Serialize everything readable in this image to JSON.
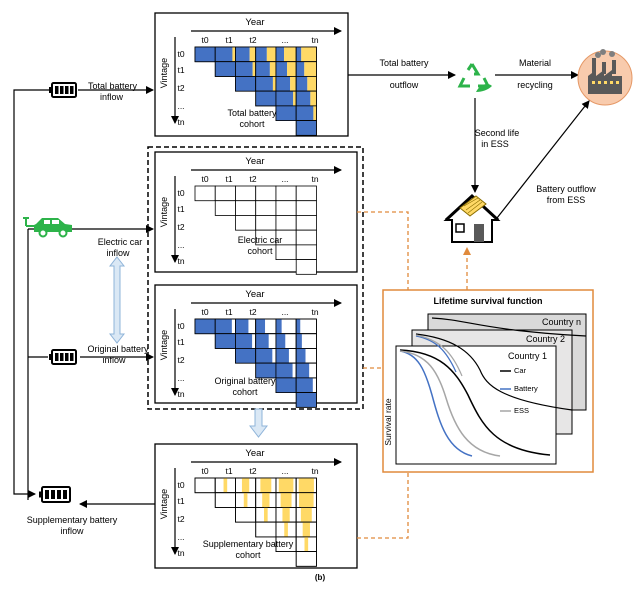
{
  "labels": {
    "total_inflow": [
      "Total battery",
      "inflow"
    ],
    "total_outflow": [
      "Total battery",
      "outflow"
    ],
    "material_recycling": [
      "Material",
      "recycling"
    ],
    "second_life": [
      "Second life",
      "in ESS"
    ],
    "ess_outflow": [
      "Battery outflow",
      "from ESS"
    ],
    "car_inflow": [
      "Electric car",
      "inflow"
    ],
    "orig_inflow": [
      "Original battery",
      "inflow"
    ],
    "supp_inflow": [
      "Supplementary battery",
      "inflow"
    ],
    "caption": "(b)"
  },
  "cohorts": [
    {
      "key": "total",
      "title_lines": [
        "Total battery",
        "cohort"
      ],
      "fill": "mixed"
    },
    {
      "key": "car",
      "title_lines": [
        "Electric car",
        "cohort"
      ],
      "fill": "none"
    },
    {
      "key": "orig",
      "title_lines": [
        "Original battery",
        "cohort"
      ],
      "fill": "blue"
    },
    {
      "key": "supp",
      "title_lines": [
        "Supplementary battery",
        "cohort"
      ],
      "fill": "yellow"
    }
  ],
  "axis": {
    "year": "Year",
    "vintage": "Vintage",
    "col_ticks": [
      "t0",
      "t1",
      "t2",
      "...",
      "tn"
    ],
    "row_ticks": [
      "t0",
      "t1",
      "t2",
      "...",
      "tn"
    ]
  },
  "survival": {
    "title": "Lifetime survival function",
    "ylabel": "Survival rate",
    "countries": [
      "Country n",
      "Country 2",
      "Country 1"
    ],
    "legend": [
      {
        "name": "Car",
        "color": "#000000"
      },
      {
        "name": "Battery",
        "color": "#4472c4"
      },
      {
        "name": "ESS",
        "color": "#a6a6a6"
      }
    ]
  },
  "colors": {
    "blue": "#4472c4",
    "yellow": "#ffd966",
    "orange": "#e08a3c",
    "light_blue": "#bdd7ee",
    "green": "#2db34a"
  }
}
